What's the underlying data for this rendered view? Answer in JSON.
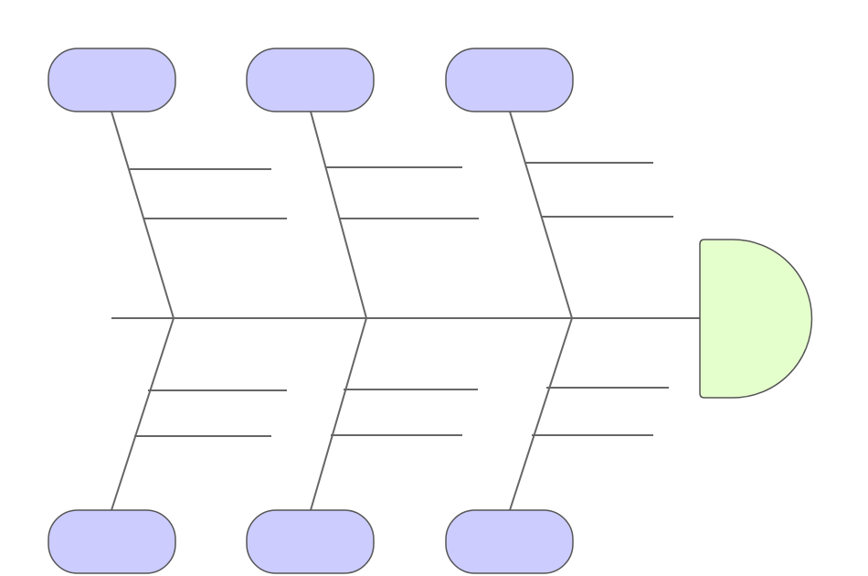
{
  "diagram": {
    "type": "fishbone",
    "effect": {
      "label": "",
      "color": "#e5ffcc"
    },
    "category_color": "#ccccff",
    "line_color": "#666666",
    "categories": [
      {
        "label": "",
        "position": "top",
        "causes": [
          "",
          ""
        ]
      },
      {
        "label": "",
        "position": "top",
        "causes": [
          "",
          ""
        ]
      },
      {
        "label": "",
        "position": "top",
        "causes": [
          "",
          ""
        ]
      },
      {
        "label": "",
        "position": "bottom",
        "causes": [
          "",
          ""
        ]
      },
      {
        "label": "",
        "position": "bottom",
        "causes": [
          "",
          ""
        ]
      },
      {
        "label": "",
        "position": "bottom",
        "causes": [
          "",
          ""
        ]
      }
    ]
  }
}
